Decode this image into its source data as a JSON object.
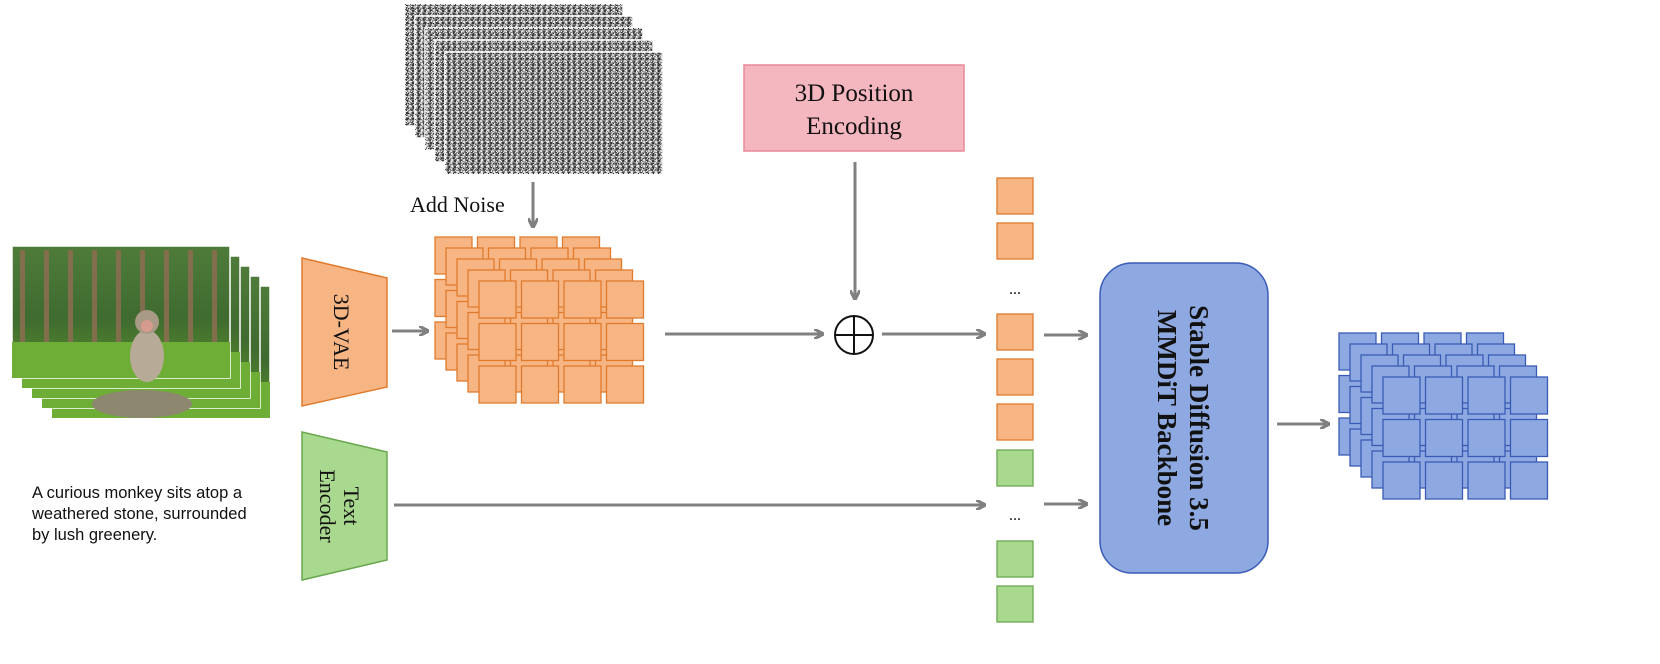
{
  "labels": {
    "add_noise": "Add Noise",
    "position_encoding": [
      "3D Position",
      "Encoding"
    ],
    "vae": "3D-VAE",
    "text_encoder": [
      "Text",
      "Encoder"
    ],
    "backbone": [
      "Stable Diffusion 3.5",
      "MMDiT Backbone"
    ],
    "ellipsis_top": "...",
    "ellipsis_bottom": "...",
    "caption": [
      "A curious monkey sits atop a",
      "weathered stone, surrounded",
      "by lush greenery."
    ]
  },
  "colors": {
    "arrow": "#808080",
    "latent_fill": "#F7B584",
    "latent_stroke": "#E07B2E",
    "text_token_fill": "#A9D98E",
    "text_token_stroke": "#6AA84F",
    "pos_enc_fill": "#F4B6BF",
    "pos_enc_stroke": "#E8899A",
    "backbone_fill": "#8EA9E1",
    "backbone_stroke": "#3A5BB5",
    "output_fill": "#8EA9E1",
    "output_stroke": "#3A5BB5"
  },
  "icons": {
    "video_frames": "monkey-forest-frames",
    "noise": "gaussian-noise-frames",
    "adder": "circled-plus"
  }
}
